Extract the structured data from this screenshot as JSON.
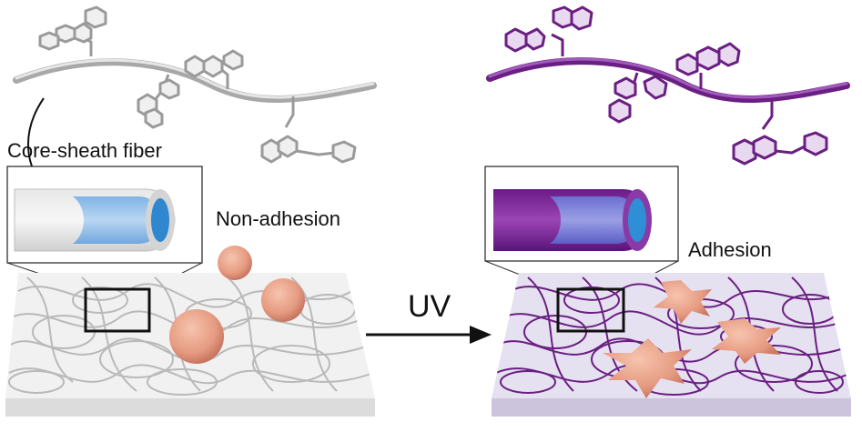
{
  "labels": {
    "core_sheath": "Core-sheath fiber",
    "non_adhesion": "Non-adhesion",
    "adhesion": "Adhesion",
    "uv": "UV"
  },
  "colors": {
    "before_fiber": "#c4c4c4",
    "after_fiber": "#7a2e8c",
    "core_blue": "#3a90d8",
    "cell": "#e8a184",
    "substrate_before": "#eeeeee",
    "substrate_after": "#ddd8ea"
  },
  "icons": {
    "before_molecule": "trans-stilbene-fluorene-side-group",
    "after_molecule": "cyclized-side-group",
    "arrow": "right-arrow"
  }
}
